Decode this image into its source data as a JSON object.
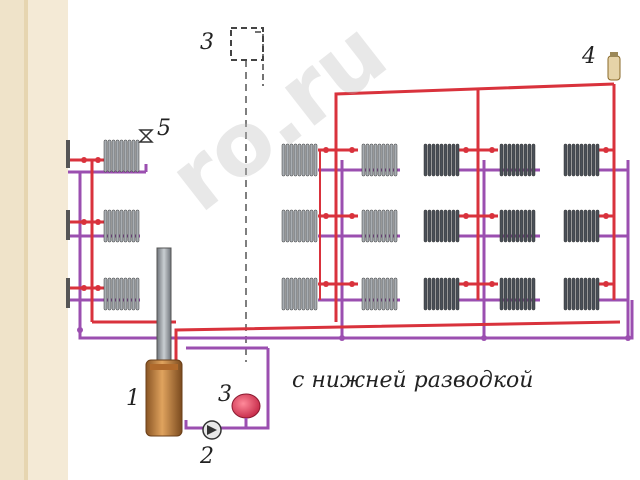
{
  "colors": {
    "background_strip": "#efe3c9",
    "supply_pipe": "#d9323c",
    "return_pipe": "#9b4fb0",
    "radiator_light": "#a8adb2",
    "radiator_dark": "#4a5058",
    "boiler": "#c8833f",
    "expansion_tank": "#e0405a",
    "dashed_line": "#555555"
  },
  "labels": {
    "boiler": "1",
    "pump": "2",
    "expansion_tank_open": "3",
    "expansion_tank_closed": "3",
    "air_vent": "4",
    "mayevsky_valve": "5"
  },
  "caption": "с нижней разводкой",
  "watermark": "ro.ru"
}
